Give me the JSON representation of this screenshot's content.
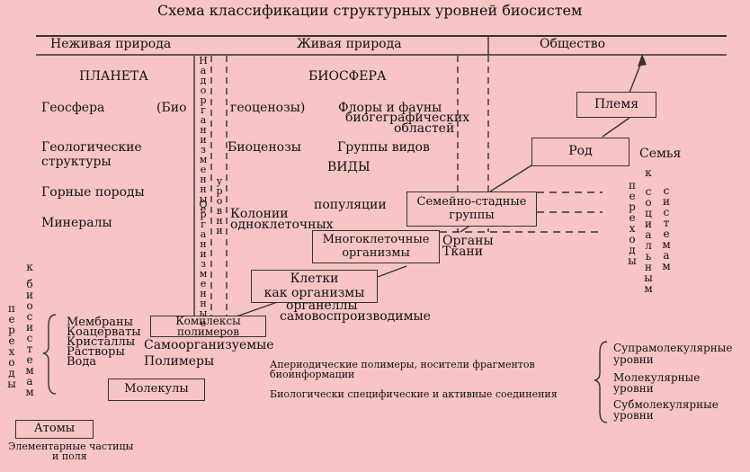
{
  "title": "Схема классификации структурных уровней биосистем",
  "headers": {
    "nonliving": "Неживая природа",
    "living": "Живая природа",
    "society": "Общество"
  },
  "nonliving": {
    "planet": "ПЛАНЕТА",
    "geosphere": "Геосфера",
    "geo_struct_1": "Геологические",
    "geo_struct_2": "структуры",
    "rocks": "Горные породы",
    "minerals": "Минералы"
  },
  "living": {
    "bio_prefix": "(Био",
    "geocenoses": "геоценозы)",
    "biosphere": "БИОСФЕРА",
    "floras_1": "Флоры и фауны",
    "floras_2": "биогеграфических",
    "floras_3": "областей",
    "biocenoses": "Биоценозы",
    "species_groups": "Группы видов",
    "species": "ВИДЫ",
    "populations": "популяции",
    "colonies_1": "Колонии",
    "colonies_2": "одноклеточных",
    "organs": "Органы",
    "tissues": "Ткани",
    "organelles_1": "органеллы",
    "organelles_2": "самовоспроизводимые",
    "selforg_1": "Самоорганизуемые",
    "selforg_2": "Полимеры",
    "membranes": "Мембраны",
    "coacervates": "Коацерваты",
    "crystals": "Кристаллы",
    "solutions": "Растворы",
    "water": "Вода",
    "aperiodic_1": "Апериодические полимеры, носители фрагментов",
    "aperiodic_2": "биоинформации",
    "specific_compounds": "Биологически специфические и активные соединения",
    "elementary_1": "Элементарные частицы",
    "elementary_2": "и поля"
  },
  "boxes": {
    "tribe": "Племя",
    "clan": "Род",
    "family": "Семья",
    "herd_1": "Семейно-стадные",
    "herd_2": "группы",
    "multicell_1": "Многоклеточные",
    "multicell_2": "организмы",
    "cells_1": "Клетки",
    "cells_2": "как организмы",
    "complexes_1": "Комплексы",
    "complexes_2": "полимеров",
    "molecules": "Молекулы",
    "atoms": "Атомы"
  },
  "vertical": {
    "supraorganismal": "Надорганизменные",
    "organismal": "Организменные",
    "levels": "уровни",
    "transitions_left_1": "переходы",
    "transitions_left_2": "к",
    "transitions_left_3": "биосистемам",
    "transitions_right_1": "переходы",
    "transitions_right_2": "к",
    "transitions_right_3": "социальным",
    "transitions_right_4": "системам"
  },
  "right_levels": {
    "supramolecular_1": "Супрамолекулярные",
    "supramolecular_2": "уровни",
    "molecular_1": "Молекулярные",
    "molecular_2": "уровни",
    "submolecular_1": "Субмолекулярные",
    "submolecular_2": "уровни"
  }
}
